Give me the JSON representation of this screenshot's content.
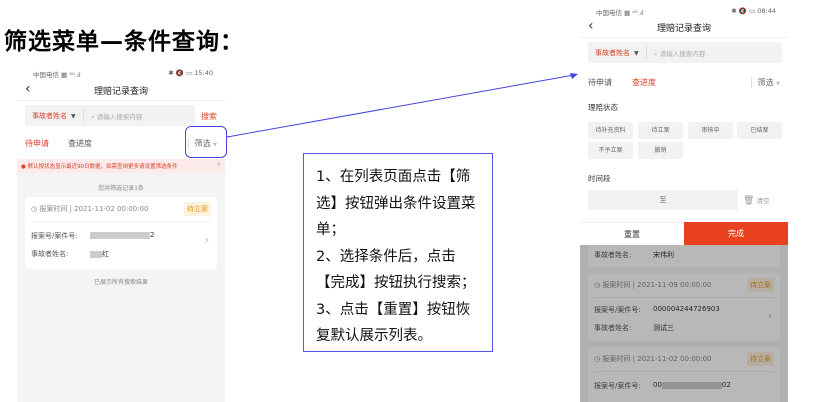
{
  "heading": "筛选菜单—条件查询：",
  "left_phone": {
    "status_left": "中国电信 ▦ ⁴ᴳ.ıl",
    "status_right": "✱ 🔇 ▭ 15:40",
    "title": "理赔记录查询",
    "back_icon": "chevron-left",
    "search": {
      "field": "事故者姓名",
      "placeholder": "请输入搜索内容",
      "button": "搜索"
    },
    "tabs": [
      "待申请",
      "查进度"
    ],
    "filter": "筛选",
    "banner": "默认按状态显示最近90日数据，如需查询更多请设置筛选条件",
    "count_text": "您共筛选记录1条",
    "card": {
      "time": "报案时间 | 2021-11-02 00:00:00",
      "badge": "待立案",
      "case_label": "报案号/案件号:",
      "case_value_tail": "2",
      "name_label": "事故者姓名:",
      "name_value": "红"
    },
    "footer": "已展示所有搜索结果"
  },
  "right_phone": {
    "status_left": "中国电信 ▦ ⁴ᴳ.ıl",
    "status_right": "✱ 🔇 ▭ 08:44",
    "title": "理赔记录查询",
    "search": {
      "field": "事故者姓名",
      "placeholder": "请输入搜索内容"
    },
    "tabs": [
      "待申请",
      "查进度"
    ],
    "filter": "筛选",
    "status_section": "理赔状态",
    "chips": [
      "待补充资料",
      "待立案",
      "审核中",
      "已结案",
      "不予立案",
      "撤销"
    ],
    "time_section": "时间段",
    "date_sep": "至",
    "clear": "清空",
    "reset": "重置",
    "done": "完成",
    "cards": [
      {
        "name_label": "事故者姓名:",
        "name_value": "宋伟利"
      },
      {
        "time": "报案时间 | 2021-11-09 00:00:00",
        "badge": "待立案",
        "case_label": "报案号/案件号:",
        "case_value": "000004244726903",
        "name_label": "事故者姓名:",
        "name_value": "测试三"
      },
      {
        "time": "报案时间 | 2021-11-02 00:00:00",
        "badge": "待立案",
        "case_label": "报案号/案件号:",
        "case_value_head": "00",
        "case_value_tail": "02"
      }
    ]
  },
  "guide": [
    "1、在列表页面点击【筛选】按钮弹出条件设置菜单；",
    "2、选择条件后，点击【完成】按钮执行搜索；",
    "3、点击【重置】按钮恢复默认展示列表。"
  ],
  "colors": {
    "accent": "#d9412a",
    "done_button": "#e8411f",
    "badge": "#e69a1c",
    "annotation": "#4444dd"
  }
}
